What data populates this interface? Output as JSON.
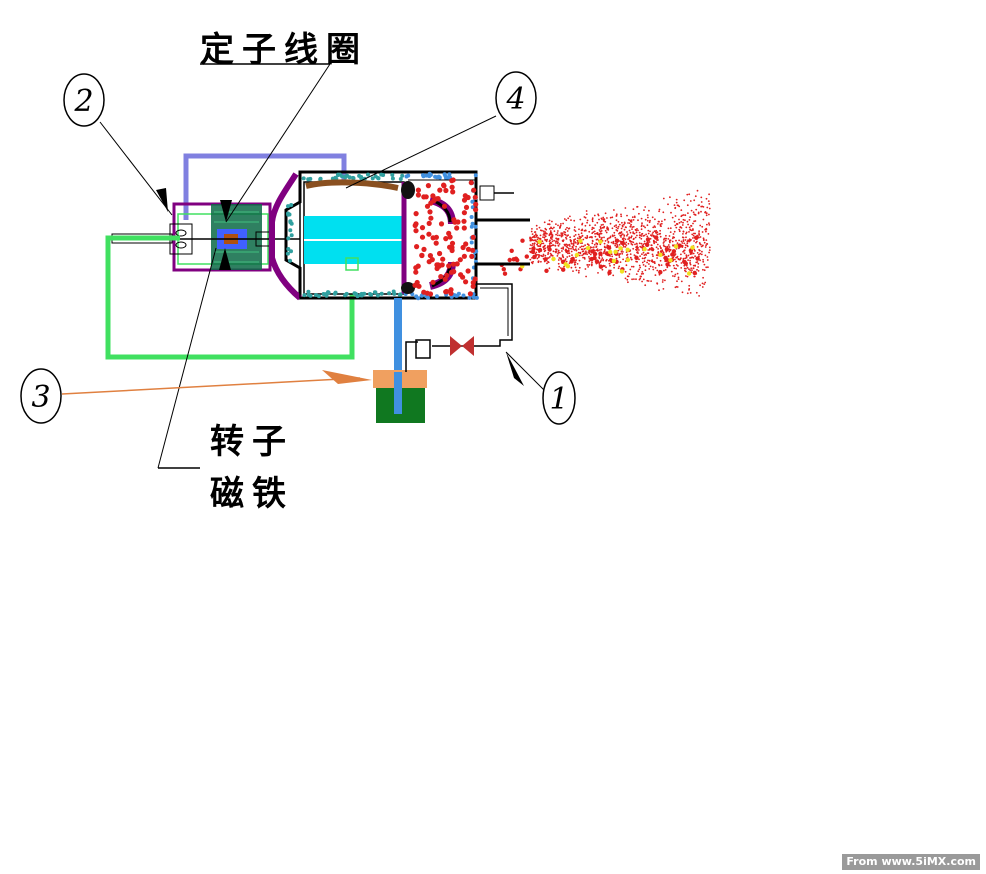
{
  "labels": {
    "stator_coil": "定子线圈",
    "rotor_line1": "转子",
    "rotor_line2": "磁铁"
  },
  "callouts": [
    "1",
    "2",
    "3",
    "4"
  ],
  "watermark": "From www.5iMX.com",
  "colors": {
    "line": "#000000",
    "pipe_purple": "#8080e0",
    "stator_green": "#00a060",
    "magnet_blue": "#4060ff",
    "housing_green": "#40e060",
    "casing_purple": "#800080",
    "water_cyan": "#00e0f0",
    "pipe_blue": "#4090e0",
    "tank_green": "#107820",
    "tank_top_orange": "#f0a060",
    "arrow_orange": "#e08040",
    "valve_red": "#c03030",
    "fire_red": "#e02020",
    "fire_yellow": "#f0e020",
    "plug_brown": "#8a5020",
    "teal_dots": "#30a0a0"
  }
}
